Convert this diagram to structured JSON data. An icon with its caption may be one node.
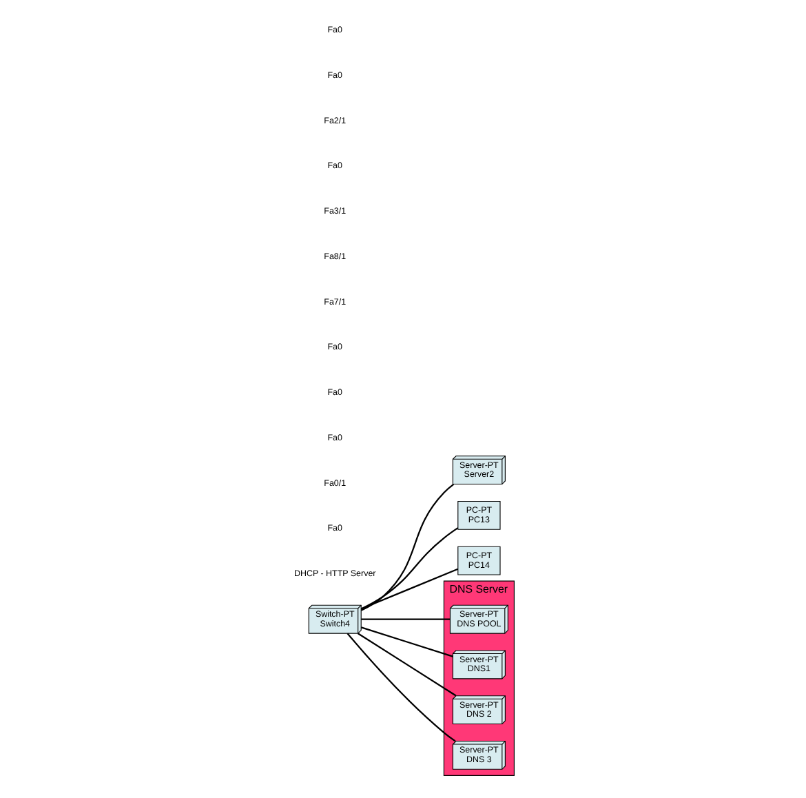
{
  "diagram": {
    "nodes": [
      {
        "text": [
          "DNS Server"
        ]
      },
      {
        "text": [
          "Server-PT",
          "Server2"
        ]
      },
      {
        "text": [
          "Server-PT",
          "DNS POOL"
        ],
        "in": 0
      },
      {
        "text": [
          "Server-PT",
          "DNS1"
        ],
        "in": 0
      },
      {
        "text": [
          "Server-PT",
          "DNS 2"
        ],
        "in": 0
      },
      {
        "text": [
          "Server-PT",
          "DNS 3"
        ],
        "in": 0
      },
      {
        "text": [
          "Switch-PT",
          "Switch4"
        ]
      },
      {
        "text": [
          "PC-PT",
          "PC13"
        ]
      },
      {
        "text": [
          "PC-PT",
          "PC14"
        ]
      }
    ],
    "edges": [
      {
        "from": 6,
        "to": 1,
        "arrow": "none"
      },
      {
        "from": 6,
        "to": 2,
        "arrow": "none"
      },
      {
        "from": 6,
        "to": 3,
        "arrow": "none"
      },
      {
        "from": 6,
        "to": 4,
        "arrow": "none"
      },
      {
        "from": 6,
        "to": 5,
        "arrow": "none"
      },
      {
        "from": 6,
        "to": 7,
        "arrow": "none"
      },
      {
        "from": 6,
        "to": 8,
        "arrow": "none"
      }
    ],
    "labels": [
      "DHCP - HTTP Server",
      "Fa0",
      "Fa0/1",
      "Fa0",
      "Fa0",
      "Fa0",
      "Fa7/1",
      "Fa8/1",
      "Fa3/1",
      "Fa0",
      "Fa2/1",
      "Fa0",
      "Fa0"
    ]
  }
}
